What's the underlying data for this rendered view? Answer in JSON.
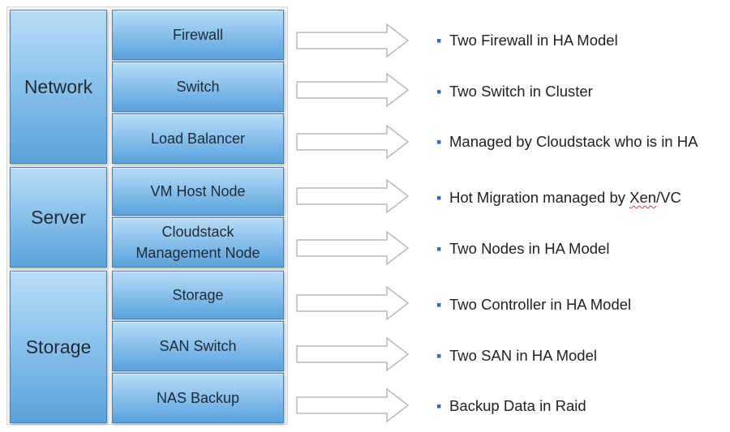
{
  "groups": [
    {
      "label": "Network"
    },
    {
      "label": "Server"
    },
    {
      "label": "Storage"
    }
  ],
  "items": [
    {
      "label": "Firewall"
    },
    {
      "label": "Switch"
    },
    {
      "label": "Load Balancer"
    },
    {
      "label": "VM Host Node"
    },
    {
      "label_line1": "Cloudstack",
      "label_line2": "Management Node"
    },
    {
      "label": "Storage"
    },
    {
      "label": "SAN Switch"
    },
    {
      "label": "NAS Backup"
    }
  ],
  "notes": [
    {
      "bullet": "▪",
      "text": "Two Firewall in HA Model"
    },
    {
      "bullet": "▪",
      "text": "Two Switch in Cluster"
    },
    {
      "bullet": "▪",
      "text": "Managed by Cloudstack who is in HA"
    },
    {
      "bullet": "▪",
      "text_before": "Hot Migration managed by ",
      "text_underlined": "Xen",
      "text_after": "/VC"
    },
    {
      "bullet": "▪",
      "text": "Two Nodes in HA Model"
    },
    {
      "bullet": "▪",
      "text": "Two Controller in HA Model"
    },
    {
      "bullet": "▪",
      "text": "Two SAN in HA Model"
    },
    {
      "bullet": "▪",
      "text": "Backup Data in Raid"
    }
  ],
  "colors": {
    "box_top": "#b9dcf6",
    "box_bottom": "#5aa2dc",
    "bullet": "#2e6db4",
    "arrow_outline": "#b8b8b8"
  },
  "icons": {
    "arrow": "right-arrow-outline-icon",
    "bullet": "square-bullet-icon"
  }
}
